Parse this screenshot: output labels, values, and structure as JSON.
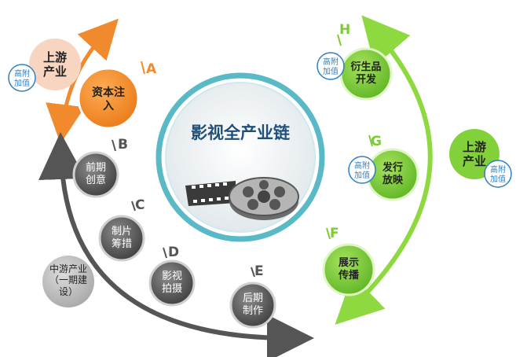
{
  "center": {
    "title": "影视全产业链"
  },
  "left_chain": {
    "upstream": "上游\n产业",
    "upstream_badge": "高附\n加值",
    "midstream": "中游产业\n（一期建\n设）",
    "stages": [
      {
        "letter": "A",
        "label": "资本注\n入"
      },
      {
        "letter": "B",
        "label": "前期\n创意"
      },
      {
        "letter": "C",
        "label": "制片\n筹措"
      },
      {
        "letter": "D",
        "label": "影视\n拍摄"
      },
      {
        "letter": "E",
        "label": "后期\n制作"
      }
    ]
  },
  "right_chain": {
    "upstream": "上游\n产业",
    "upstream_badge": "高附\n加值",
    "stages": [
      {
        "letter": "H",
        "label": "衍生品\n开发",
        "badge": "高附\n加值"
      },
      {
        "letter": "G",
        "label": "发行\n放映",
        "badge": "高附\n加值"
      },
      {
        "letter": "F",
        "label": "展示\n传播",
        "badge": ""
      }
    ]
  },
  "colors": {
    "orange": "#f08a2c",
    "gray": "#5f5f5f",
    "green": "#7ccc33",
    "teal": "#3ea7b8",
    "badge_blue": "#2f7fc1",
    "peach": "#f8d5c0"
  }
}
